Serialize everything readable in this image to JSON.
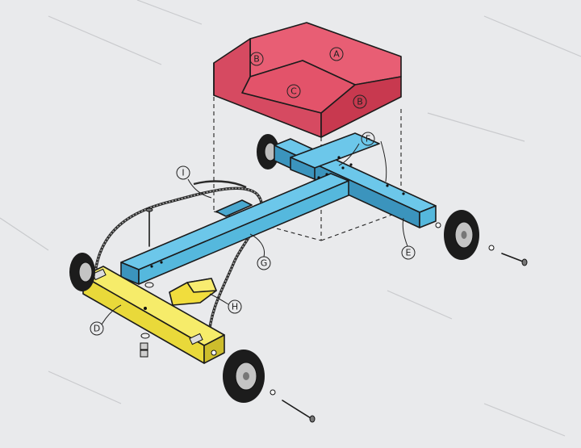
{
  "parts": {
    "seat_back": "A",
    "seat_left_side": "B",
    "seat_right_side": "B",
    "seat_bottom": "C",
    "front_axle": "D",
    "rear_axle": "E",
    "cross_brace": "F",
    "main_beam": "G",
    "foot_rest": "H",
    "steering_rope": "I"
  },
  "colors": {
    "seat": "#e3536a",
    "seat_dark": "#c8394f",
    "beam": "#55b8dd",
    "beam_dark": "#3b94bd",
    "axle_front": "#f0e14a",
    "axle_front_dark": "#cdbd2c",
    "foot_rest": "#f1dd3d",
    "rope": "#9a9a9a",
    "paper": "#e9eaec"
  },
  "icons": [
    "wheel-icon",
    "bolt-icon",
    "nut-icon",
    "washer-icon"
  ]
}
